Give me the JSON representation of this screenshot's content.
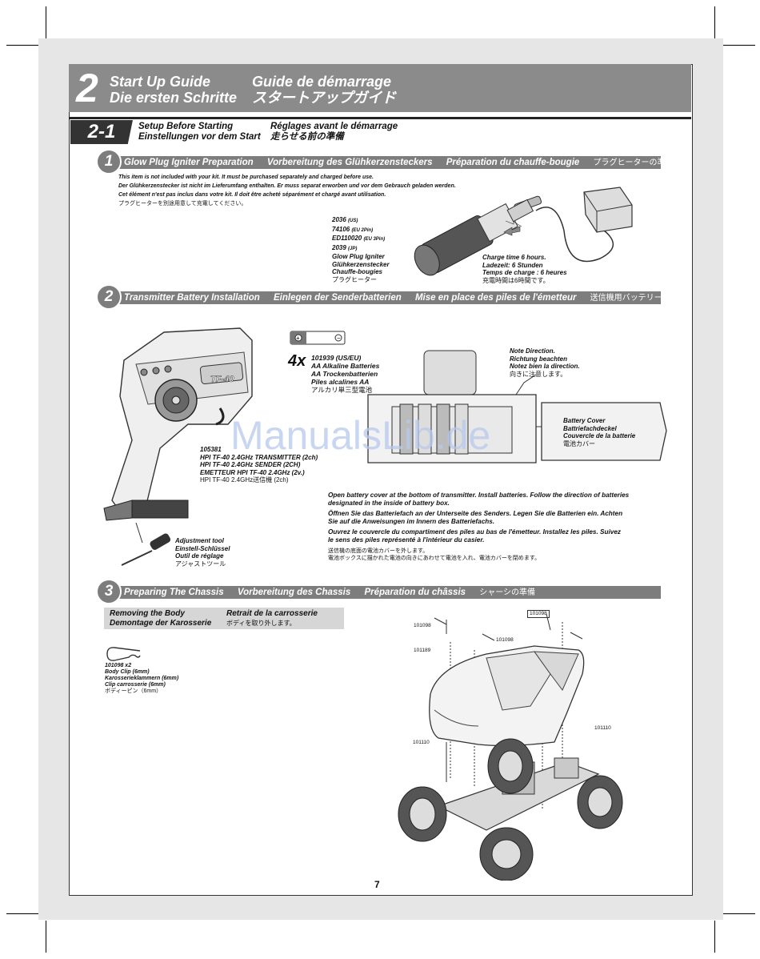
{
  "header": {
    "number": "2",
    "title_en": "Start Up Guide",
    "title_de": "Die ersten Schritte",
    "title_fr": "Guide de démarrage",
    "title_jp": "スタートアップガイド"
  },
  "section": {
    "number": "2-1",
    "title_en": "Setup Before Starting",
    "title_de": "Einstellungen vor dem Start",
    "title_fr": "Réglages avant le démarrage",
    "title_jp": "走らせる前の準備"
  },
  "step1": {
    "number": "1",
    "titles": [
      "Glow Plug Igniter Preparation",
      "Vorbereitung des Glühkerzensteckers",
      "Préparation du chauffe-bougie",
      "プラグヒーターの準備"
    ],
    "notes": [
      "This item is not included with your kit. It must be purchased separately and charged before use.",
      "Der Glühkerzenstecker ist nicht im Lieferumfang enthalten. Er muss separat erworben und vor dem Gebrauch geladen werden.",
      "Cet élément n'est pas inclus dans votre kit. Il doit être acheté séparément et chargé avant utilisation.",
      "プラグヒーターを別途用意して充電してください。"
    ],
    "part_numbers": [
      "2036",
      "74106",
      "ED110020",
      "2039"
    ],
    "part_suffixes": [
      "(US)",
      "(EU 2Pin)",
      "(EU 3Pin)",
      "(JP)"
    ],
    "part_names": [
      "Glow Plug Igniter",
      "Glühkerzenstecker",
      "Chauffe-bougies",
      "プラグヒーター"
    ],
    "charge": [
      "Charge time 6 hours.",
      "Ladezeit: 6 Stunden",
      "Temps de charge : 6 heures",
      "充電時間は6時間です。"
    ]
  },
  "step2": {
    "number": "2",
    "titles": [
      "Transmitter Battery Installation",
      "Einlegen der Senderbatterien",
      "Mise en place des piles de l'émetteur",
      "送信機用バッテリーの入れ方"
    ],
    "qty": "4x",
    "battery": [
      "101939 (US/EU)",
      "AA Alkaline Batteries",
      "AA Trockenbatterien",
      "Piles alcalines AA",
      "アルカリ単三型電池"
    ],
    "transmitter": [
      "105381",
      "HPI TF-40 2.4GHz TRANSMITTER (2ch)",
      "HPI TF-40 2.4GHz SENDER (2CH)",
      "EMETTEUR HPI TF-40 2.4GHz (2v.)",
      "HPI TF-40 2.4GHz送信機 (2ch)"
    ],
    "tool": [
      "Adjustment tool",
      "Einstell-Schlüssel",
      "Outil de réglage",
      "アジャストツール"
    ],
    "direction": [
      "Note Direction.",
      "Richtung beachten",
      "Notez bien la direction.",
      "向きに注意します。"
    ],
    "cover": [
      "Battery Cover",
      "Battriefachdeckel",
      "Couvercle de la batterie",
      "電池カバー"
    ],
    "instructions": [
      "Open battery cover at the bottom of transmitter. Install batteries. Follow the direction of batteries",
      "designated in the inside of battery box.",
      "Öffnen Sie das Batteriefach an der Unterseite des Senders. Legen Sie die Batterien ein. Achten",
      "Sie auf die Anweisungen im Innern des Batteriefachs.",
      "Ouvrez le couvercle du compartiment des piles au bas de l'émetteur. Installez les piles. Suivez",
      "le sens des piles représenté à l'intérieur du casier.",
      "送信機の底面の電池カバーを外します。",
      "電池ボックスに描かれた電池の向きにあわせて電池を入れ、電池カバーを閉めます。"
    ],
    "tx_model": "TF-40"
  },
  "step3": {
    "number": "3",
    "titles": [
      "Preparing The Chassis",
      "Vorbereitung des Chassis",
      "Préparation du châssis",
      "シャーシの準備"
    ],
    "removing_en": "Removing the Body",
    "removing_de": "Demontage der Karosserie",
    "removing_fr": "Retrait de la carrosserie",
    "removing_jp": "ボディを取り外します。",
    "clip": [
      "101098   x2",
      "Body Clip (6mm)",
      "Karosserieklammern (6mm)",
      "Clip carrosserie (6mm)",
      "ボディーピン（6mm）"
    ],
    "callouts": [
      "101098",
      "101098",
      "101189",
      "101098",
      "101110",
      "101110"
    ]
  },
  "watermark": "ManualsLib.de",
  "page_number": "7"
}
